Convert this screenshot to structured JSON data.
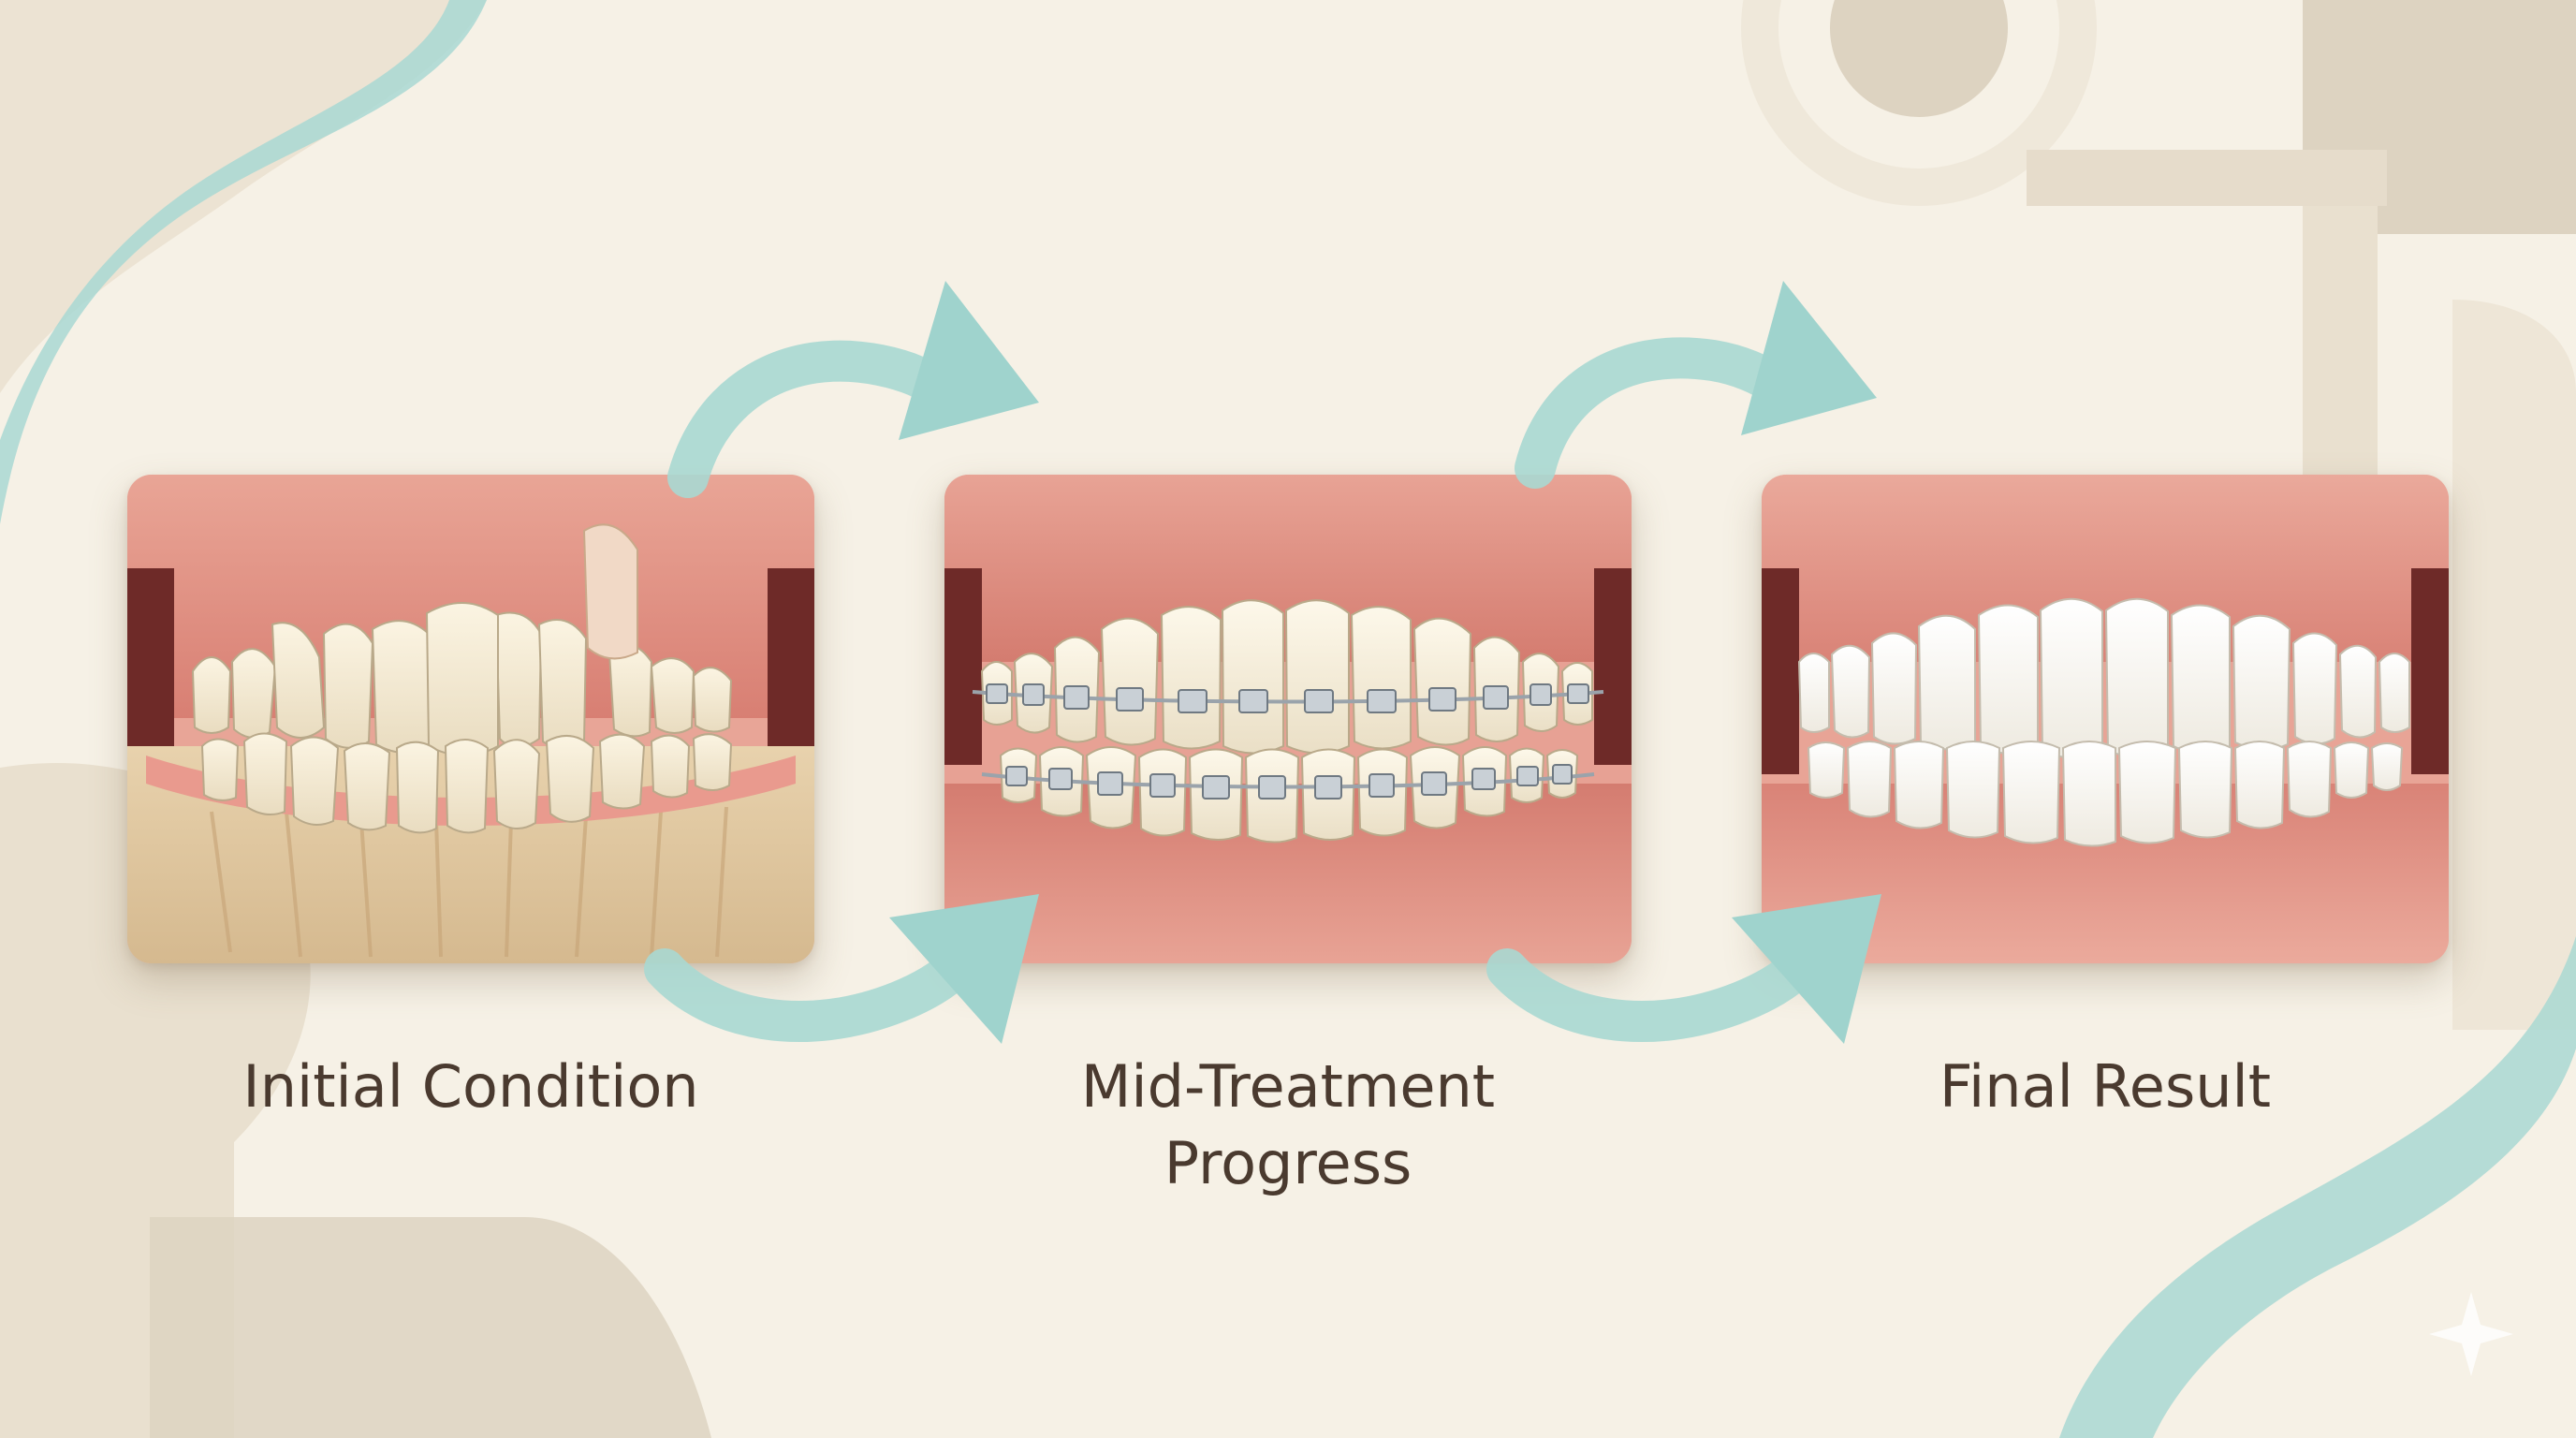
{
  "stages": [
    {
      "id": "initial",
      "label_line1": "Initial Condition",
      "label_line2": ""
    },
    {
      "id": "mid",
      "label_line1": "Mid-Treatment",
      "label_line2": "Progress"
    },
    {
      "id": "final",
      "label_line1": "Final Result",
      "label_line2": ""
    }
  ],
  "colors": {
    "background": "#f6f1e6",
    "accent_teal": "#9fd3cd",
    "gum": "#d9857a",
    "tooth": "#f4ecd8",
    "text": "#4a3a2f"
  }
}
